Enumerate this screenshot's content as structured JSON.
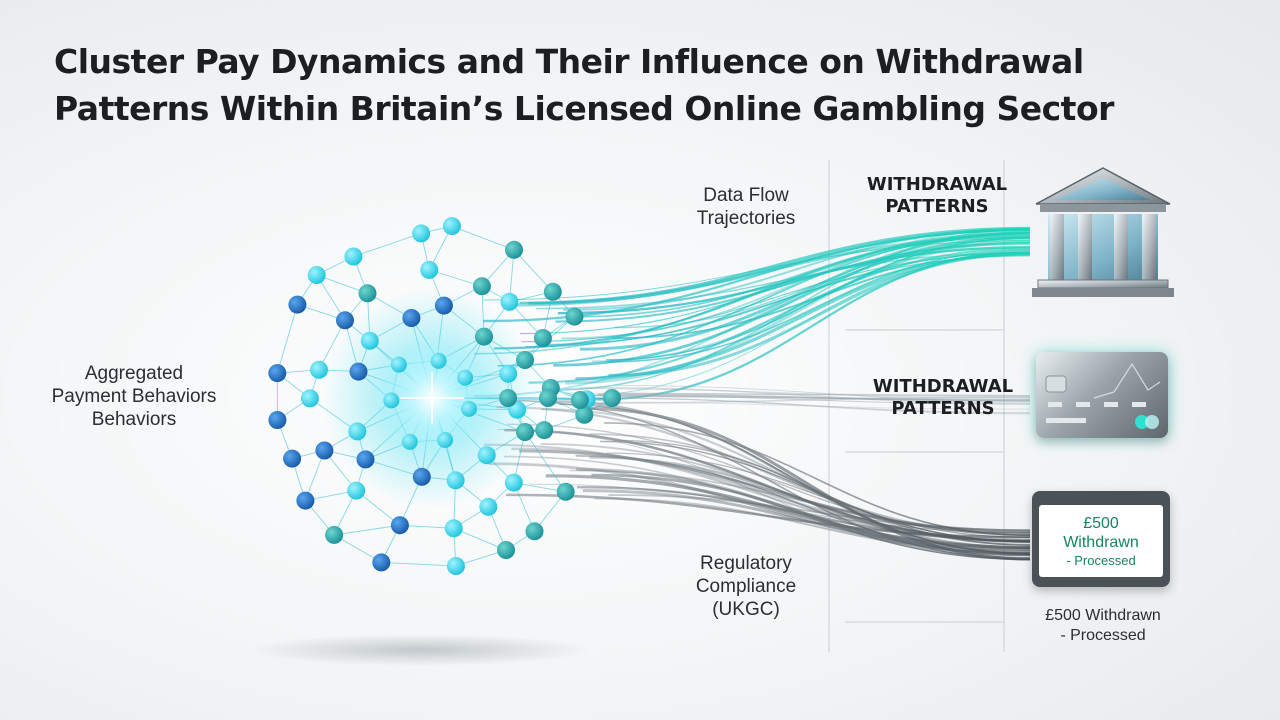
{
  "title": {
    "line1": "Cluster Pay Dynamics and Their Influence on Withdrawal",
    "line2": "Patterns Within Britain’s Licensed Online Gambling Sector"
  },
  "labels": {
    "aggregated": [
      "Aggregated",
      "Payment Behaviors",
      "Behaviors"
    ],
    "data_flow": [
      "Data Flow",
      "Trajectories"
    ],
    "regulatory": [
      "Regulatory",
      "Compliance",
      "(UKGC)"
    ]
  },
  "headings": {
    "top": [
      "WITHDRAWAL",
      "PATTERNS"
    ],
    "middle": [
      "WITHDRAWAL",
      "PATTERNS"
    ]
  },
  "screen": {
    "amount": "£500",
    "amount_label": "Withdrawn",
    "status": "- Processed"
  },
  "caption": {
    "line1": "£500 Withdrawn",
    "line2": "- Processed"
  },
  "icons": {
    "bank": "bank-building-icon",
    "card": "payment-card-icon",
    "screen": "withdrawal-screen-icon"
  },
  "colors": {
    "teal": "#1fc8b8",
    "cyan": "#35d8e6",
    "blue": "#1f6fc0",
    "grey_flow": "#5e666d",
    "accent_green": "#17845e"
  }
}
